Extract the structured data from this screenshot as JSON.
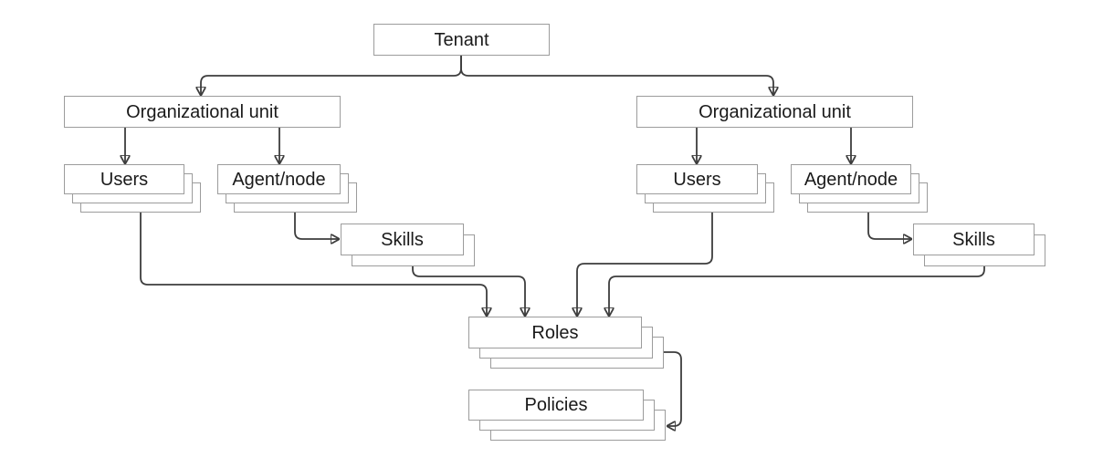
{
  "diagram": {
    "type": "hierarchy",
    "nodes": {
      "tenant": {
        "label": "Tenant"
      },
      "org_unit_left": {
        "label": "Organizational unit"
      },
      "org_unit_right": {
        "label": "Organizational unit"
      },
      "users_left": {
        "label": "Users",
        "stacked": true
      },
      "agent_node_left": {
        "label": "Agent/node",
        "stacked": true
      },
      "skills_left": {
        "label": "Skills",
        "stacked": true
      },
      "users_right": {
        "label": "Users",
        "stacked": true
      },
      "agent_node_right": {
        "label": "Agent/node",
        "stacked": true
      },
      "skills_right": {
        "label": "Skills",
        "stacked": true
      },
      "roles": {
        "label": "Roles",
        "stacked": true
      },
      "policies": {
        "label": "Policies",
        "stacked": true
      }
    },
    "edges": [
      {
        "from": "tenant",
        "to": "org_unit_left"
      },
      {
        "from": "tenant",
        "to": "org_unit_right"
      },
      {
        "from": "org_unit_left",
        "to": "users_left"
      },
      {
        "from": "org_unit_left",
        "to": "agent_node_left"
      },
      {
        "from": "org_unit_right",
        "to": "users_right"
      },
      {
        "from": "org_unit_right",
        "to": "agent_node_right"
      },
      {
        "from": "agent_node_left",
        "to": "skills_left"
      },
      {
        "from": "agent_node_right",
        "to": "skills_right"
      },
      {
        "from": "users_left",
        "to": "roles"
      },
      {
        "from": "skills_left",
        "to": "roles"
      },
      {
        "from": "users_right",
        "to": "roles"
      },
      {
        "from": "skills_right",
        "to": "roles"
      },
      {
        "from": "roles",
        "to": "policies"
      }
    ],
    "colors": {
      "connector": "#3d3d3d",
      "box_border": "#9c9c9c",
      "box_fill": "#ffffff",
      "text": "#1a1a1a"
    }
  }
}
